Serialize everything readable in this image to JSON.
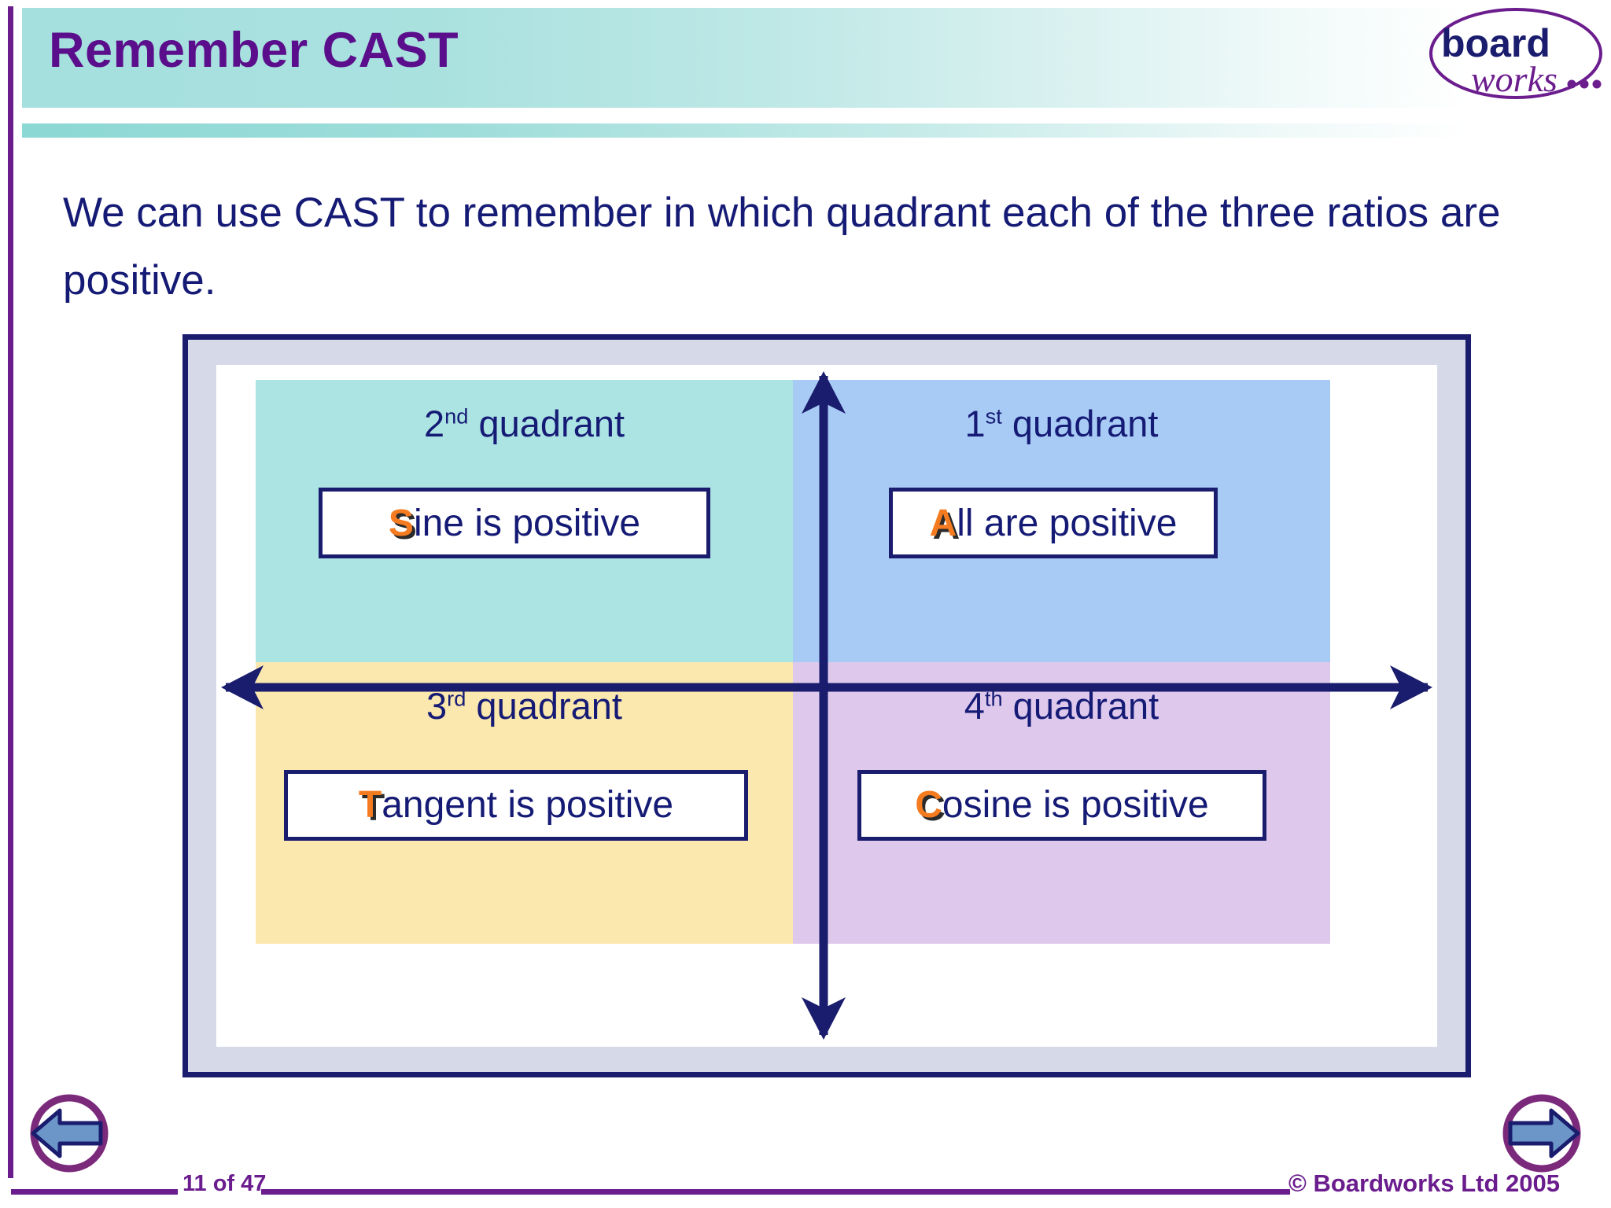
{
  "slide": {
    "title": "Remember CAST",
    "intro_text": "We can use CAST to remember in which quadrant each of the three ratios are positive."
  },
  "logo": {
    "word_top": "board",
    "word_bottom": "works",
    "name": "boardworks-logo"
  },
  "diagram": {
    "quadrants": [
      {
        "id": "q2",
        "position": "top-left",
        "label_number": "2",
        "label_ordinal": "nd",
        "label_suffix": " quadrant",
        "label_full": "2nd quadrant",
        "rule_initial": "S",
        "rule_rest": "ine is positive",
        "rule_full": "Sine is positive",
        "fill_color": "#ACE3E3"
      },
      {
        "id": "q1",
        "position": "top-right",
        "label_number": "1",
        "label_ordinal": "st",
        "label_suffix": " quadrant",
        "label_full": "1st quadrant",
        "rule_initial": "A",
        "rule_rest": "ll are positive",
        "rule_full": "All are positive",
        "fill_color": "#A8CBF5"
      },
      {
        "id": "q3",
        "position": "bottom-left",
        "label_number": "3",
        "label_ordinal": "rd",
        "label_suffix": " quadrant",
        "label_full": "3rd quadrant",
        "rule_initial": "T",
        "rule_rest": "angent is positive",
        "rule_full": "Tangent is positive",
        "fill_color": "#FBE8AE"
      },
      {
        "id": "q4",
        "position": "bottom-right",
        "label_number": "4",
        "label_ordinal": "th",
        "label_suffix": " quadrant",
        "label_full": "4th quadrant",
        "rule_initial": "C",
        "rule_rest": "osine is positive",
        "rule_full": "Cosine is positive",
        "fill_color": "#DEC9EC"
      }
    ]
  },
  "footer": {
    "page_label": "11 of 47",
    "copyright": "© Boardworks Ltd 2005",
    "back_icon": "arrow-left-icon",
    "forward_icon": "arrow-right-icon"
  },
  "colors": {
    "title_purple": "#5B0E8B",
    "body_navy": "#151B75",
    "accent_orange": "#F47B20",
    "footer_purple": "#6B1D8E",
    "banner_teal": "#A5E0DE",
    "frame_navy": "#1A1C6E",
    "frame_band": "#D6DAE8"
  }
}
